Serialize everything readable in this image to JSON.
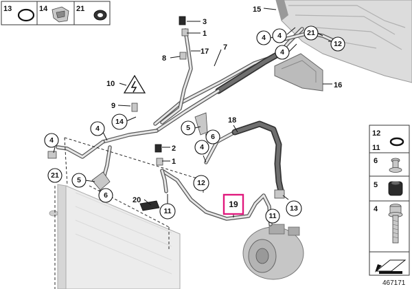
{
  "legend_top": [
    {
      "num": "13",
      "icon": "o-ring-icon"
    },
    {
      "num": "14",
      "icon": "bracket-icon"
    },
    {
      "num": "21",
      "icon": "grommet-icon"
    }
  ],
  "legend_right": [
    {
      "num": "12",
      "icon": "seal-ring-icon"
    },
    {
      "num": "11",
      "icon": ""
    },
    {
      "num": "6",
      "icon": "bolt-washer-icon"
    },
    {
      "num": "5",
      "icon": "rubber-mount-icon"
    },
    {
      "num": "4",
      "icon": "long-bolt-icon"
    }
  ],
  "callouts": {
    "c15": "15",
    "c3": "3",
    "c1a": "1",
    "c17": "17",
    "c8": "8",
    "c7": "7",
    "c4a": "4",
    "c4b": "4",
    "c21a": "21",
    "c12a": "12",
    "c4c": "4",
    "c16": "16",
    "c10": "10",
    "c9": "9",
    "c14": "14",
    "c5a": "5",
    "c6a": "6",
    "c18": "18",
    "c4d": "4",
    "c4e": "4",
    "c4f": "4",
    "c2": "2",
    "c1b": "1",
    "c21b": "21",
    "c5b": "5",
    "c6b": "6",
    "c12b": "12",
    "c20": "20",
    "c11a": "11",
    "c19": "19",
    "c11b": "11",
    "c13": "13"
  },
  "highlight": {
    "label": "19",
    "color": "#e0197d"
  },
  "diagram_id": "467171",
  "icons": {
    "warning": "electrical-warning-icon",
    "compressor": "ac-compressor-icon",
    "condenser": "condenser-icon",
    "direction": "arrow-icon"
  },
  "colors": {
    "line": "#111111",
    "pipe": "#555555",
    "hose": "#333333",
    "highlight": "#e0197d"
  }
}
